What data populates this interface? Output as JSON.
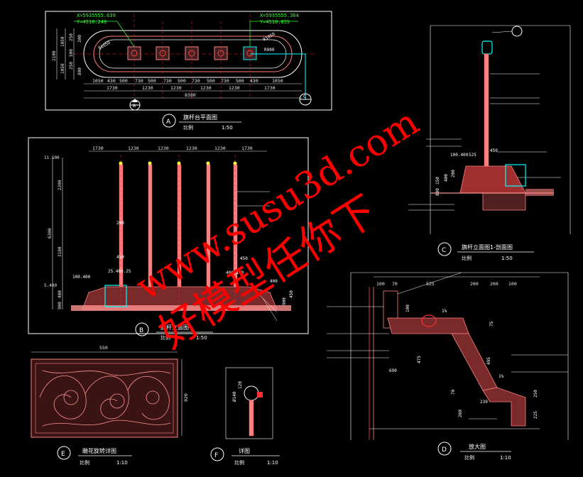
{
  "colors": {
    "background": "#000000",
    "frame": "#ffffff",
    "dimension": "#e8e8e8",
    "dim_green": "#33ff33",
    "cyan": "#00ffff",
    "pink": "#ff8080",
    "red": "#ff2020",
    "magenta": "#ff40ff",
    "yellow": "#ffff40",
    "watermark": "#ff0000"
  },
  "watermark": {
    "line1": "www.susu3d.com",
    "line2": "好模型任你下"
  },
  "panelA": {
    "marker": "A",
    "title": "旗杆台平面图",
    "scale_label": "比例",
    "scale": "1:50",
    "coord1_x": "X=5935555.639",
    "coord1_y": "Y=4510.249",
    "coord2_x": "X=5935555.364",
    "coord2_y": "Y=4510.855",
    "left_dims": [
      "2100",
      "1050",
      "1050",
      "250",
      "500",
      "250",
      "300",
      "800"
    ],
    "radii": [
      "R1050",
      "R1050",
      "R900"
    ],
    "dims_row1": [
      "1050",
      "430",
      "500",
      "730",
      "500",
      "730",
      "500",
      "730",
      "500",
      "730",
      "500",
      "430",
      "1050"
    ],
    "dims_row2": [
      "1730",
      "1230",
      "1230",
      "1230",
      "1230",
      "1730"
    ],
    "total": "8380",
    "section_b": "B",
    "section_c": "C"
  },
  "panelB": {
    "marker": "B",
    "title": "旗杆立面图",
    "scale_label": "比例",
    "scale": "1:50",
    "top_dims": [
      "1730",
      "1230",
      "1230",
      "1230",
      "1230",
      "1730"
    ],
    "left_dims": [
      "11.500",
      "2300",
      "6300",
      "3100",
      "5.400",
      "400",
      "900"
    ],
    "mid_labels": [
      "200",
      "450",
      "25.400.25",
      "100.400",
      "400.100",
      "450"
    ],
    "right_labels": [
      "900",
      "450",
      "400"
    ]
  },
  "panelC": {
    "marker": "C",
    "title": "旗杆立面图1-剖面图",
    "scale_label": "比例",
    "scale": "1:50",
    "dims": [
      "100.400",
      "525",
      "450",
      "150",
      "800",
      "400",
      "200"
    ]
  },
  "panelD": {
    "marker": "D",
    "title": "放大图",
    "scale_label": "比例",
    "scale": "1:10",
    "top_dims": [
      "100",
      "70",
      "525",
      "200",
      "200",
      "100"
    ],
    "dims": [
      "100",
      "1%",
      "75",
      "475",
      "495",
      "690",
      "70",
      "239",
      "225",
      "250",
      "260",
      "1%"
    ]
  },
  "panelE": {
    "marker": "E",
    "title": "雕花旋转详图",
    "scale_label": "比例",
    "scale": "1:10",
    "width": "550",
    "height": "920"
  },
  "panelF": {
    "marker": "F",
    "title": "详图",
    "scale_label": "比例",
    "scale": "1:10",
    "dims": [
      "Ø140",
      "120"
    ]
  }
}
